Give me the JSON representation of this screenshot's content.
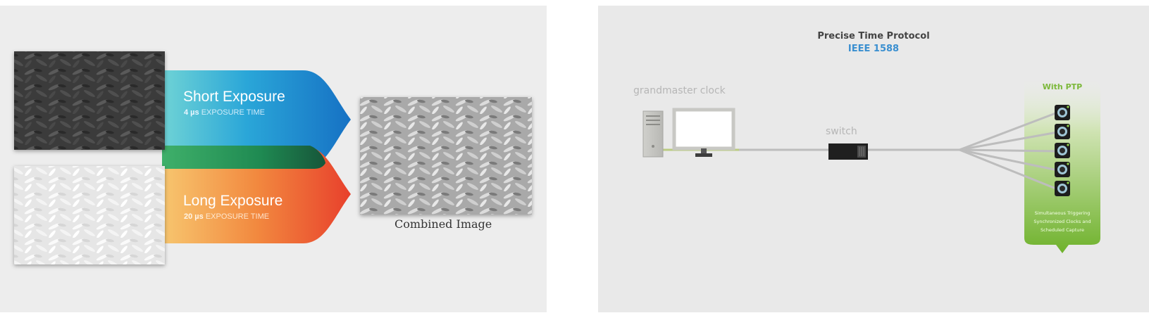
{
  "hdr": {
    "short": {
      "title": "Short Exposure",
      "value": "4 µs",
      "label": "EXPOSURE TIME"
    },
    "long": {
      "title": "Long Exposure",
      "value": "20 µs",
      "label": "EXPOSURE TIME"
    },
    "combined_caption": "Combined Image"
  },
  "ptp": {
    "title": "Precise Time Protocol",
    "subtitle": "IEEE 1588",
    "grandmaster_label": "grandmaster clock",
    "switch_label": "switch",
    "with_ptp_label": "With PTP",
    "camera_count": 5,
    "features": [
      "Simultaneous Triggering",
      "Synchronized Clocks and",
      "Scheduled Capture"
    ]
  },
  "colors": {
    "short_band": "#1a8fd0",
    "long_band": "#ec5a2b",
    "overlap_band": "#1f7a4d",
    "ptp_green": "#7cb83a",
    "subtitle_blue": "#3a8fd0"
  }
}
